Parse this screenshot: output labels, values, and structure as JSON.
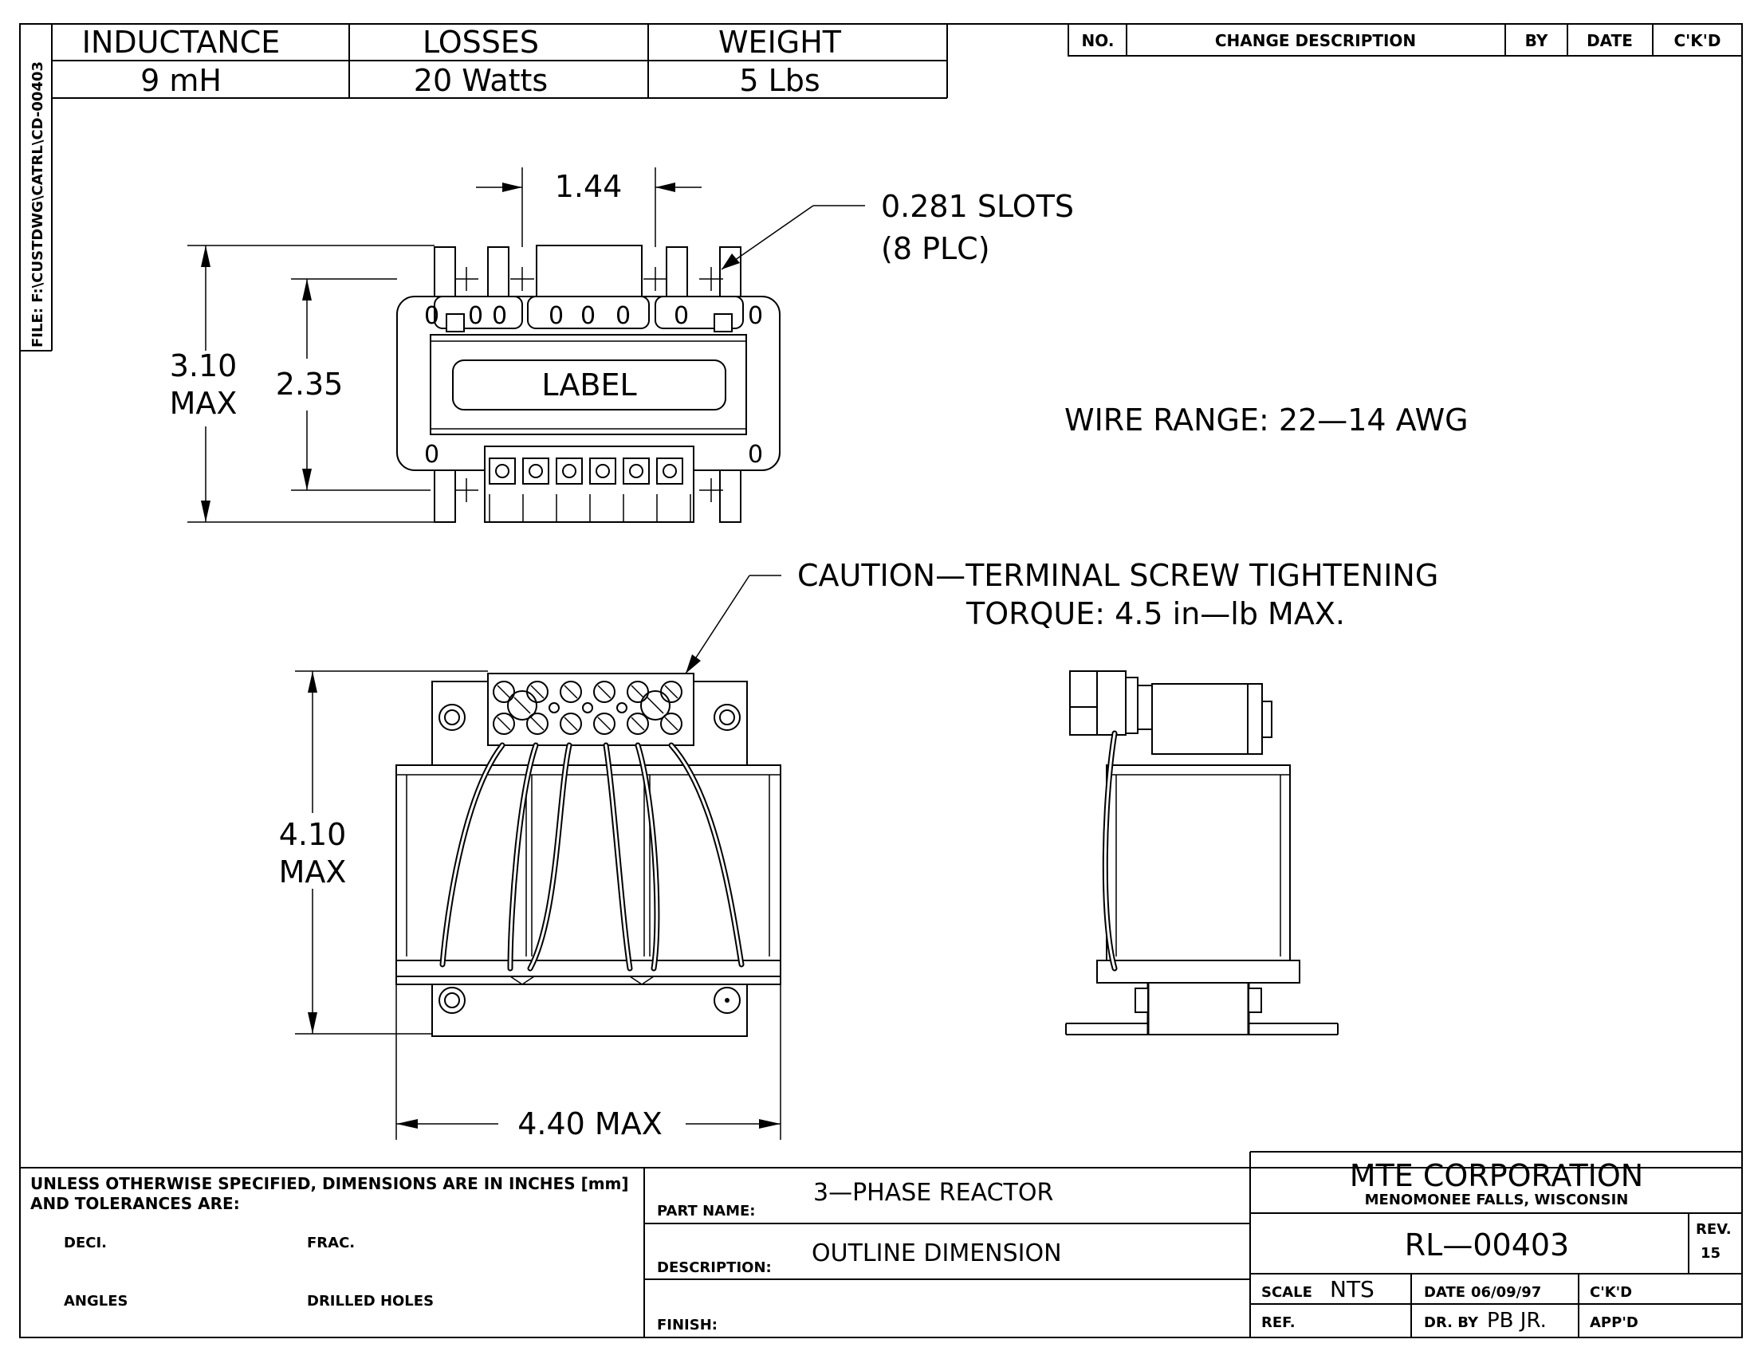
{
  "specs": {
    "headers": [
      "INDUCTANCE",
      "LOSSES",
      "WEIGHT"
    ],
    "values": [
      "9  mH",
      "20  Watts",
      "5  Lbs"
    ]
  },
  "revision_block": {
    "headers": [
      "NO.",
      "CHANGE  DESCRIPTION",
      "BY",
      "DATE",
      "C'K'D"
    ]
  },
  "file_path": "FILE: F:\\CUSTDWG\\CATRL\\CD-00403",
  "dimensions": {
    "top_width": "1.44",
    "slots_line1": "0.281  SLOTS",
    "slots_line2": "(8  PLC)",
    "height_max_value": "3.10",
    "height_max_suffix": "MAX",
    "mount_height": "2.35",
    "label": "LABEL",
    "wire_range": "WIRE  RANGE:  22—14  AWG",
    "caution_line1": "CAUTION—TERMINAL  SCREW  TIGHTENING",
    "caution_line2": "TORQUE:  4.5  in—lb  MAX.",
    "front_height_value": "4.10",
    "front_height_suffix": "MAX",
    "width_max": "4.40  MAX"
  },
  "title_block": {
    "tolerance_note_line1": "UNLESS  OTHERWISE  SPECIFIED,  DIMENSIONS  ARE  IN  INCHES  [mm]",
    "tolerance_note_line2": "AND  TOLERANCES  ARE:",
    "deci_label": "DECI.",
    "frac_label": "FRAC.",
    "angles_label": "ANGLES",
    "drilled_holes_label": "DRILLED  HOLES",
    "part_name_label": "PART  NAME:",
    "part_name_value": "3—PHASE  REACTOR",
    "description_label": "DESCRIPTION:",
    "description_value": "OUTLINE  DIMENSION",
    "finish_label": "FINISH:",
    "company_name": "MTE  CORPORATION",
    "company_location": "MENOMONEE  FALLS,  WISCONSIN",
    "drawing_number": "RL—00403",
    "rev_label": "REV.",
    "rev_value": "15",
    "scale_label": "SCALE",
    "scale_value": "NTS",
    "date_label": "DATE",
    "date_value": "06/09/97",
    "ckd_label": "C'K'D",
    "ref_label": "REF.",
    "drawn_by_label": "DR.  BY",
    "drawn_by_value": "PB  JR.",
    "appd_label": "APP'D"
  }
}
